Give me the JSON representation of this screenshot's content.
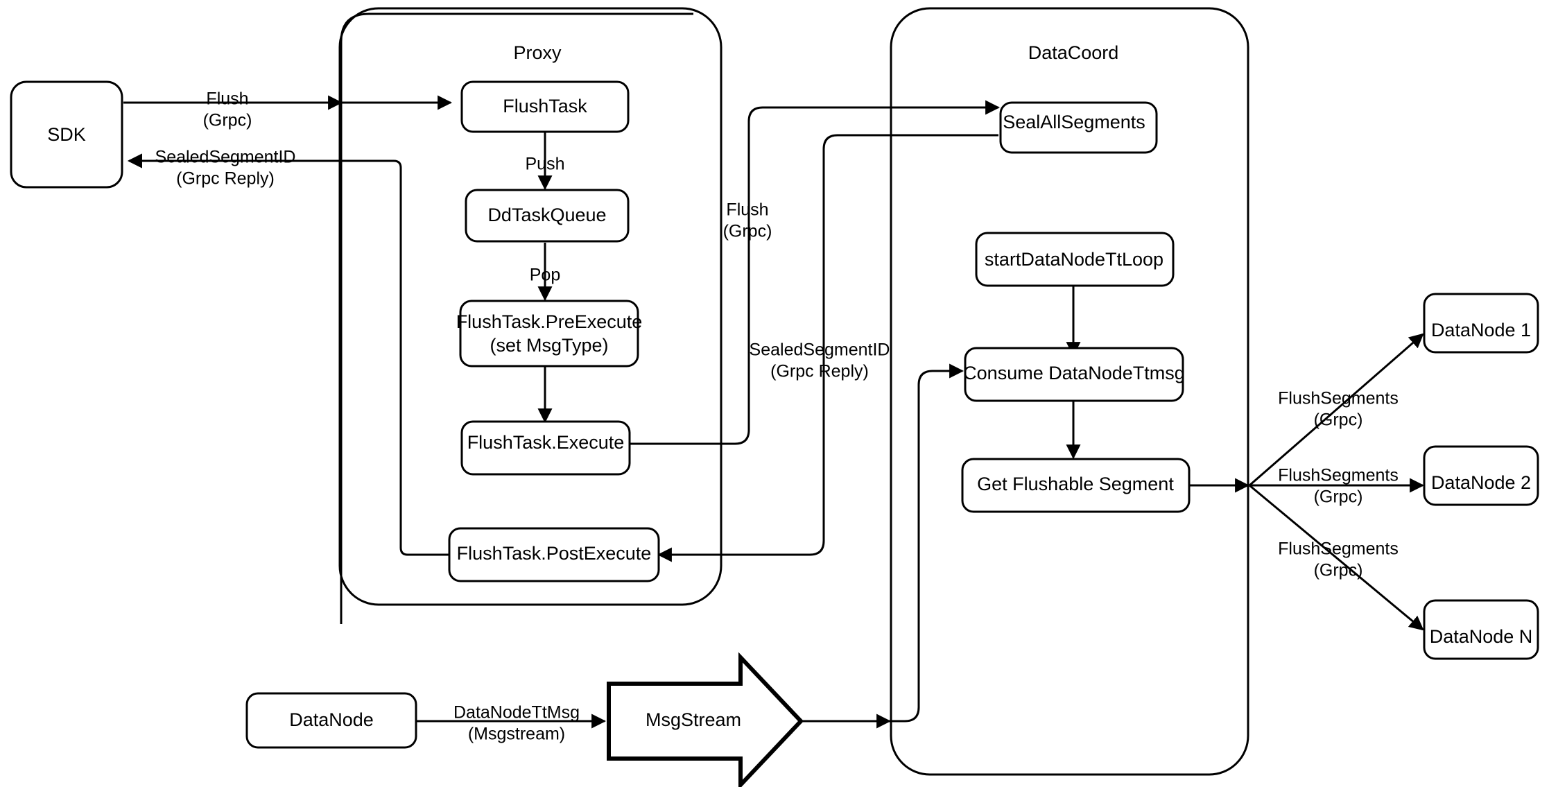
{
  "diagram": {
    "title": "Milvus Flush Sequence Flow",
    "type": "flowchart",
    "background": "#ffffff",
    "stroke": "#000000"
  },
  "groups": {
    "proxy": {
      "label": "Proxy"
    },
    "datacoord": {
      "label": "DataCoord"
    }
  },
  "nodes": {
    "sdk": {
      "label": "SDK"
    },
    "flush_task": {
      "label": "FlushTask"
    },
    "dd_task_queue": {
      "label": "DdTaskQueue"
    },
    "pre_execute_l1": {
      "label": "FlushTask.PreExecute"
    },
    "pre_execute_l2": {
      "label": "(set MsgType)"
    },
    "execute": {
      "label": "FlushTask.Execute"
    },
    "post_execute": {
      "label": "FlushTask.PostExecute"
    },
    "seal_all_segments": {
      "label": "SealAllSegments"
    },
    "start_tt_loop": {
      "label": "startDataNodeTtLoop"
    },
    "consume_tt_msg": {
      "label": "Consume DataNodeTtmsg"
    },
    "get_flushable_segment": {
      "label": "Get Flushable Segment"
    },
    "datanode_1": {
      "label": "DataNode 1"
    },
    "datanode_2": {
      "label": "DataNode 2"
    },
    "datanode_n": {
      "label": "DataNode N"
    },
    "datanode_bottom": {
      "label": "DataNode"
    },
    "msgstream": {
      "label": "MsgStream"
    }
  },
  "edge_labels": {
    "sdk_to_proxy_l1": "Flush",
    "sdk_to_proxy_l2": "(Grpc)",
    "proxy_to_sdk_l1": "SealedSegmentID",
    "proxy_to_sdk_l2": "(Grpc Reply)",
    "push": "Push",
    "pop": "Pop",
    "proxy_to_coord_l1": "Flush",
    "proxy_to_coord_l2": "(Grpc)",
    "coord_to_proxy_l1": "SealedSegmentID",
    "coord_to_proxy_l2": "(Grpc Reply)",
    "flush_seg_1_l1": "FlushSegments",
    "flush_seg_1_l2": "(Grpc)",
    "flush_seg_2_l1": "FlushSegments",
    "flush_seg_2_l2": "(Grpc)",
    "flush_seg_n_l1": "FlushSegments",
    "flush_seg_n_l2": "(Grpc)",
    "datanode_tt_msg_l1": "DataNodeTtMsg",
    "datanode_tt_msg_l2": "(Msgstream)"
  }
}
